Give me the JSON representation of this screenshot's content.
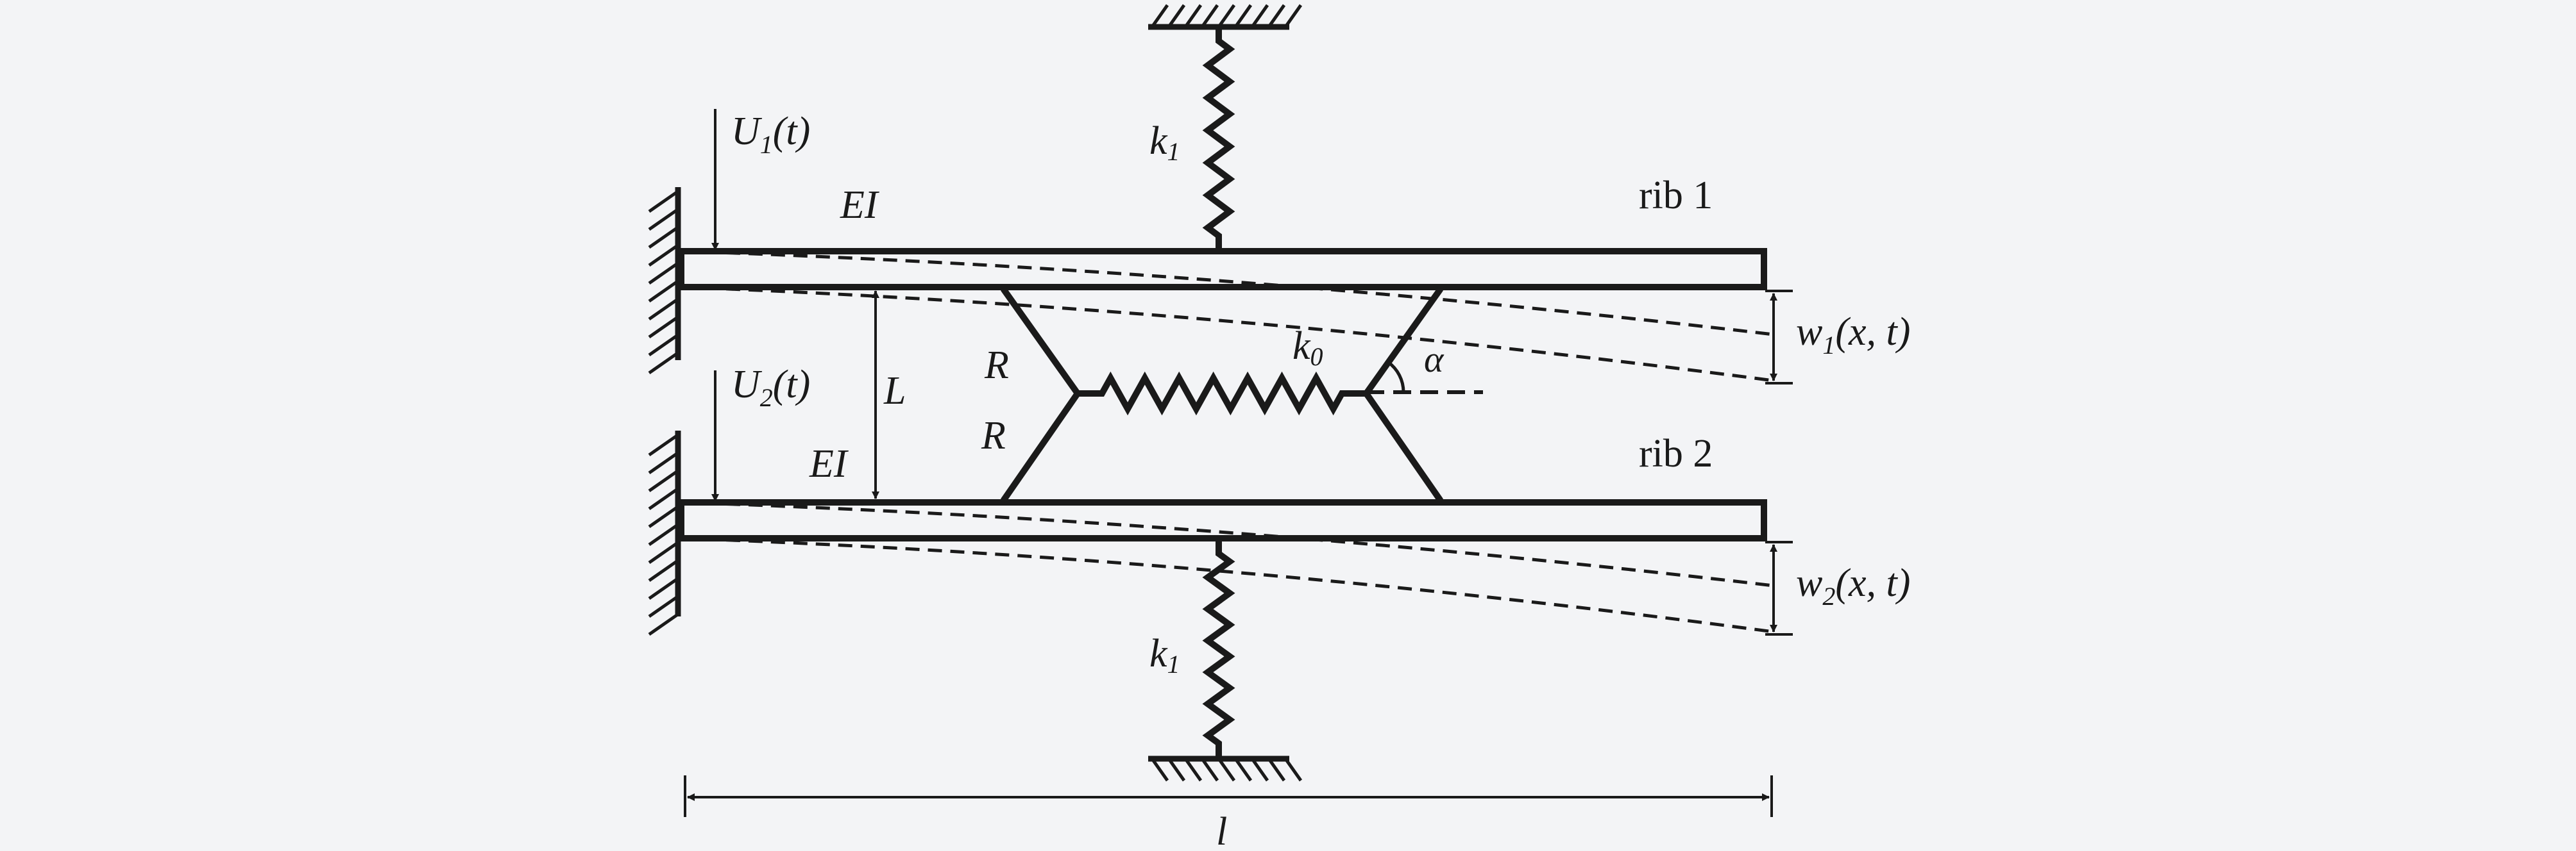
{
  "diagram": {
    "colors": {
      "background": "#f3f4f6",
      "ink": "#1a1a1a"
    },
    "labels": {
      "u1": {
        "sym": "U",
        "sub": "1",
        "arg": "(t)"
      },
      "u2": {
        "sym": "U",
        "sub": "2",
        "arg": "(t)"
      },
      "ei_top": "EI",
      "ei_bottom": "EI",
      "k1_top": {
        "sym": "k",
        "sub": "1"
      },
      "k1_bottom": {
        "sym": "k",
        "sub": "1"
      },
      "k0": {
        "sym": "k",
        "sub": "0"
      },
      "rib1": "rib 1",
      "rib2": "rib 2",
      "r_upper": "R",
      "r_lower": "R",
      "gap": "L",
      "alpha": "α",
      "w1": {
        "sym": "w",
        "sub": "1",
        "arg": "(x, t)"
      },
      "w2": {
        "sym": "w",
        "sub": "2",
        "arg": "(x, t)"
      },
      "length": "l"
    }
  }
}
